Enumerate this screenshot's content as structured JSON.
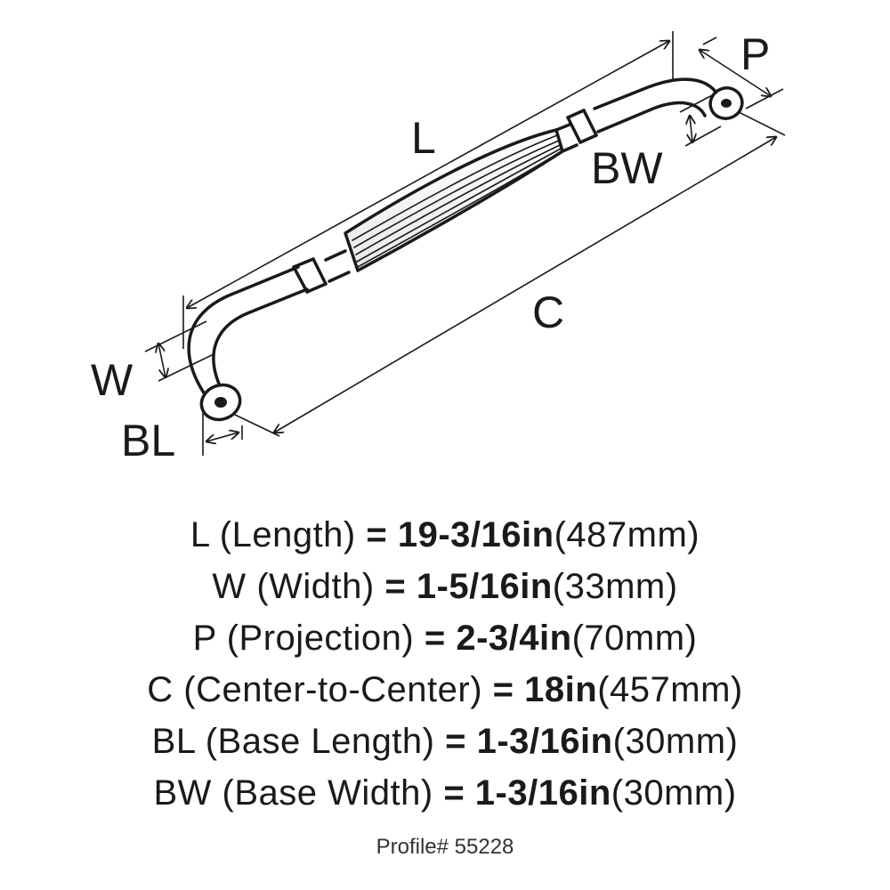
{
  "diagram": {
    "labels": {
      "L": "L",
      "W": "W",
      "P": "P",
      "C": "C",
      "BL": "BL",
      "BW": "BW"
    }
  },
  "specs": [
    {
      "code": "L",
      "name": "(Length)",
      "eq": "=",
      "imperial": "19-3/16in",
      "metric": "(487mm)"
    },
    {
      "code": "W",
      "name": "(Width)",
      "eq": "=",
      "imperial": "1-5/16in",
      "metric": "(33mm)"
    },
    {
      "code": "P",
      "name": "(Projection)",
      "eq": "=",
      "imperial": "2-3/4in",
      "metric": "(70mm)"
    },
    {
      "code": "C",
      "name": "(Center-to-Center)",
      "eq": "=",
      "imperial": "18in",
      "metric": "(457mm)"
    },
    {
      "code": "BL",
      "name": "(Base Length)",
      "eq": "=",
      "imperial": "1-3/16in",
      "metric": "(30mm)"
    },
    {
      "code": "BW",
      "name": "(Base Width)",
      "eq": "=",
      "imperial": "1-3/16in",
      "metric": "(30mm)"
    }
  ],
  "profile": "Profile# 55228"
}
